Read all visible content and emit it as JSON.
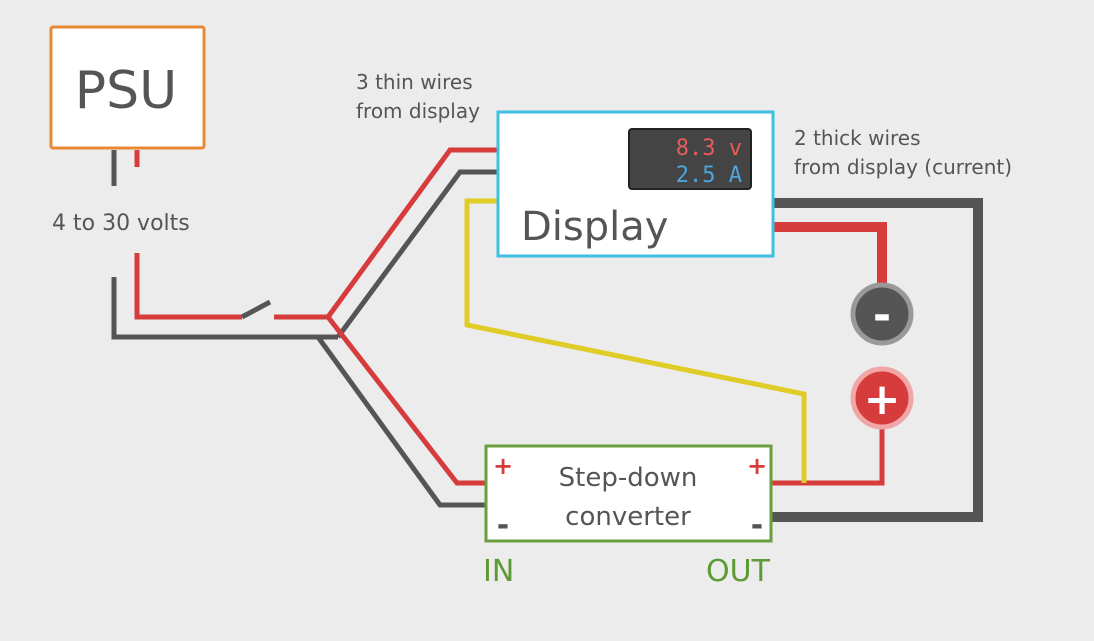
{
  "psu": {
    "label": "PSU"
  },
  "psu_voltage": {
    "label": "4 to 30 volts"
  },
  "display": {
    "label": "Display",
    "voltage_reading": "8.3 v",
    "current_reading": "2.5 A"
  },
  "notes": {
    "thin_wires_line1": "3 thin wires",
    "thin_wires_line2": "from display",
    "thick_wires_line1": "2 thick wires",
    "thick_wires_line2": "from display (current)"
  },
  "converter": {
    "label_line1": "Step-down",
    "label_line2": "converter",
    "in_plus": "+",
    "in_minus": "-",
    "out_plus": "+",
    "out_minus": "-",
    "in_label": "IN",
    "out_label": "OUT"
  },
  "terminals": {
    "negative_symbol": "-",
    "positive_symbol": "+"
  },
  "colors": {
    "background": "#ececec",
    "wire_red": "#d63c3c",
    "wire_dark": "#555555",
    "wire_yellow": "#e0cc26",
    "psu_border": "#e88a33",
    "display_border": "#3ec1e0",
    "converter_border": "#6a9e3f",
    "label_green": "#5c9a35",
    "lcd_voltage": "#e85c5c",
    "lcd_current": "#4aa6dd",
    "text": "#555555"
  }
}
